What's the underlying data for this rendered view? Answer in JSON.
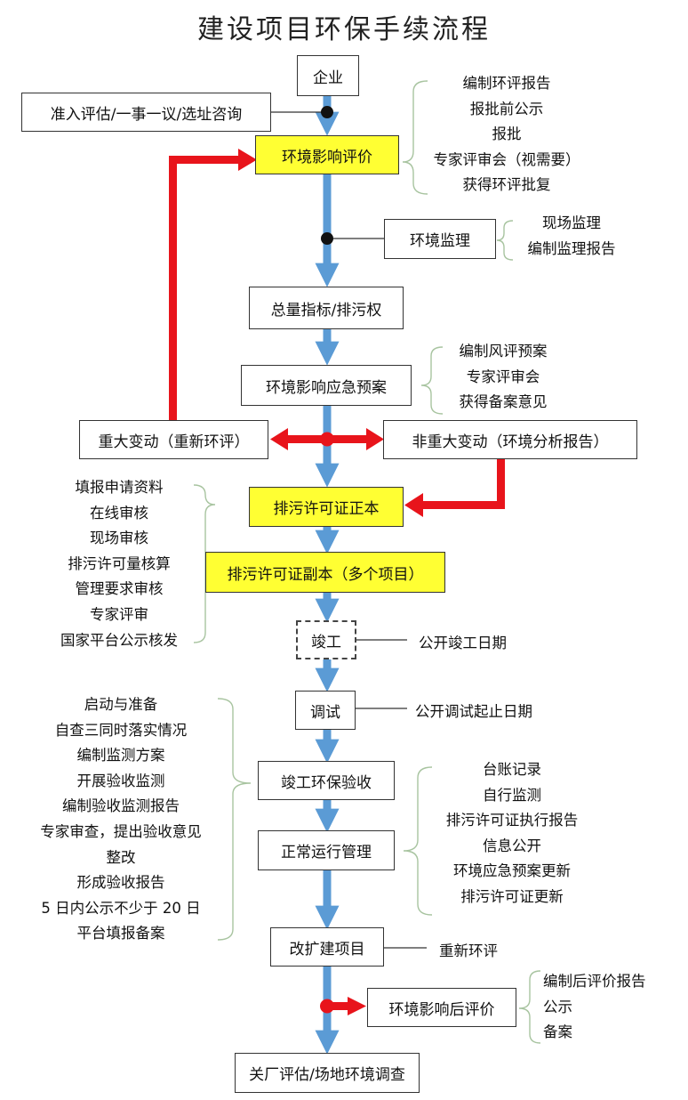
{
  "title": "建设项目环保手续流程",
  "main_flow": {
    "enterprise": "企业",
    "eia": "环境影响评价",
    "total_quota": "总量指标/排污权",
    "emergency_plan": "环境影响应急预案",
    "permit_main": "排污许可证正本",
    "permit_copy": "排污许可证副本（多个项目）",
    "completion": "竣工",
    "debug": "调试",
    "acceptance": "竣工环保验收",
    "operation": "正常运行管理",
    "expansion": "改扩建项目",
    "closure": "关厂评估/场地环境调查"
  },
  "side_boxes": {
    "access_eval": "准入评估/一事一议/选址咨询",
    "env_supervision": "环境监理",
    "major_change": "重大变动（重新环评）",
    "minor_change": "非重大变动（环境分析报告）",
    "post_eval": "环境影响后评价"
  },
  "side_notes": {
    "completion_note": "公开竣工日期",
    "debug_note": "公开调试起止日期",
    "expansion_note": "重新环评"
  },
  "lists": {
    "eia_steps": [
      "编制环评报告",
      "报批前公示",
      "报批",
      "专家评审会（视需要）",
      "获得环评批复"
    ],
    "supervision_steps": [
      "现场监理",
      "编制监理报告"
    ],
    "emergency_steps": [
      "编制风评预案",
      "专家评审会",
      "获得备案意见"
    ],
    "permit_steps": [
      "填报申请资料",
      "在线审核",
      "现场审核",
      "排污许可量核算",
      "管理要求审核",
      "专家评审",
      "国家平台公示核发"
    ],
    "acceptance_steps": [
      "启动与准备",
      "自查三同时落实情况",
      "编制监测方案",
      "开展验收监测",
      "编制验收监测报告",
      "专家审查，提出验收意见",
      "整改",
      "形成验收报告",
      "5 日内公示不少于 20 日",
      "平台填报备案"
    ],
    "operation_steps": [
      "台账记录",
      "自行监测",
      "排污许可证执行报告",
      "信息公开",
      "环境应急预案更新",
      "排污许可证更新"
    ],
    "post_eval_steps": [
      "编制后评价报告",
      "公示",
      "备案"
    ]
  },
  "colors": {
    "flow_arrow": "#5b9bd5",
    "red_arrow": "#e8141b",
    "highlight": "#ffff33",
    "brace": "#a8c4a0"
  }
}
